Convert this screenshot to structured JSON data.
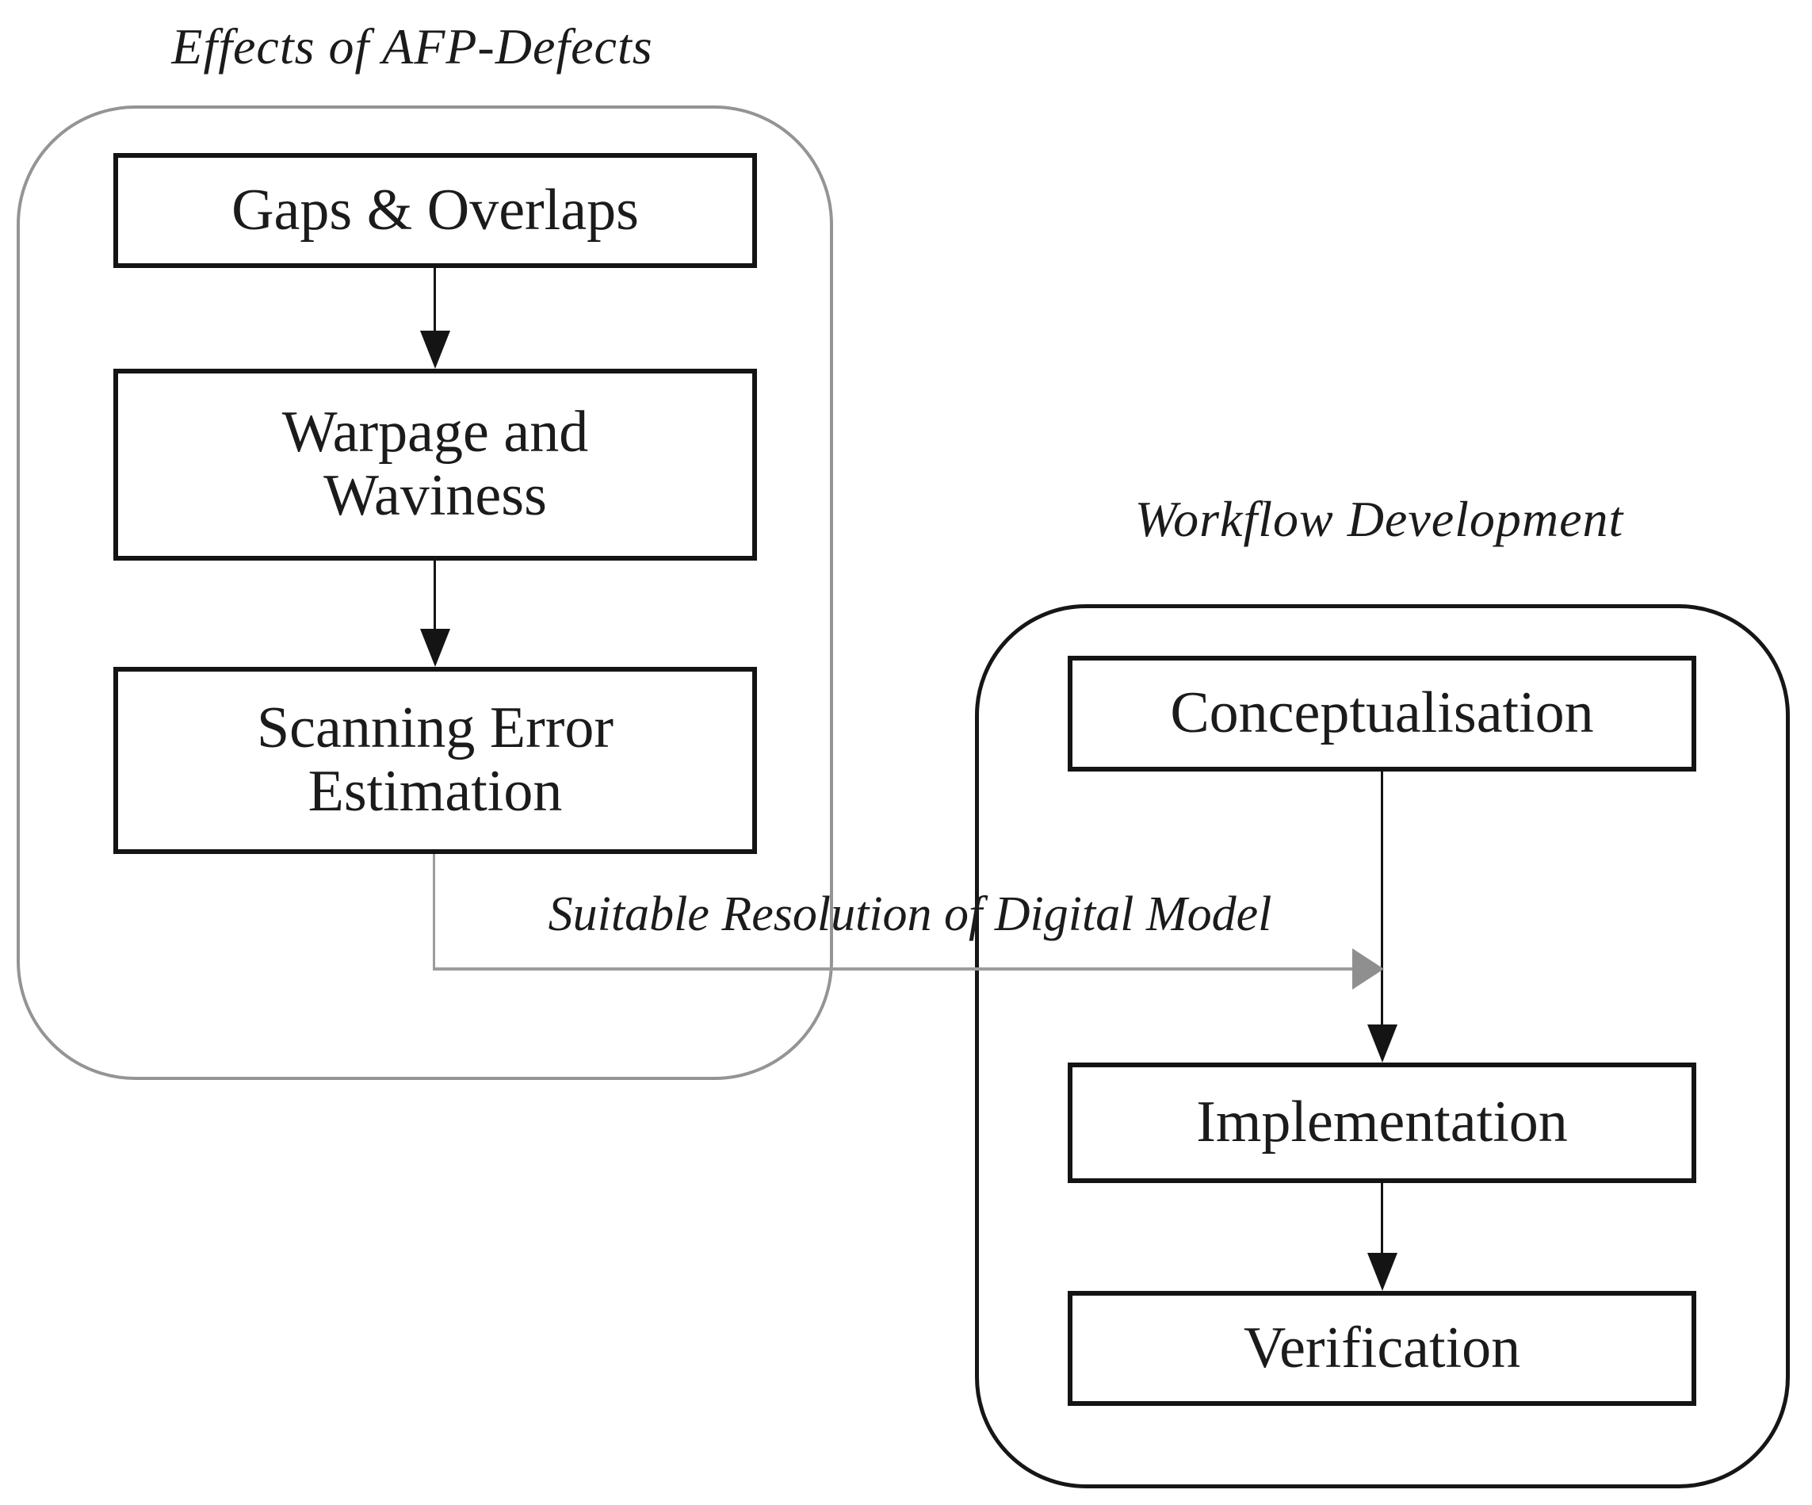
{
  "figure": {
    "left_group": {
      "title": "Effects of AFP-Defects",
      "boxes": [
        {
          "lines": [
            "Gaps & Overlaps"
          ]
        },
        {
          "lines": [
            "Warpage and",
            "Waviness"
          ]
        },
        {
          "lines": [
            "Scanning Error",
            "Estimation"
          ]
        }
      ]
    },
    "right_group": {
      "title": "Workflow Development",
      "boxes": [
        {
          "lines": [
            "Conceptualisation"
          ]
        },
        {
          "lines": [
            "Implementation"
          ]
        },
        {
          "lines": [
            "Verification"
          ]
        }
      ]
    },
    "connector_label": "Suitable Resolution of Digital Model",
    "colors": {
      "background": "#ffffff",
      "text": "#1b1b1b",
      "boxBorder": "#141414",
      "blackArrow": "#141414",
      "grayContainer": "#949494",
      "blackContainer": "#161616",
      "grayArrow": "#9c9c9c",
      "grayArrowHead": "#8f8f8f"
    }
  }
}
